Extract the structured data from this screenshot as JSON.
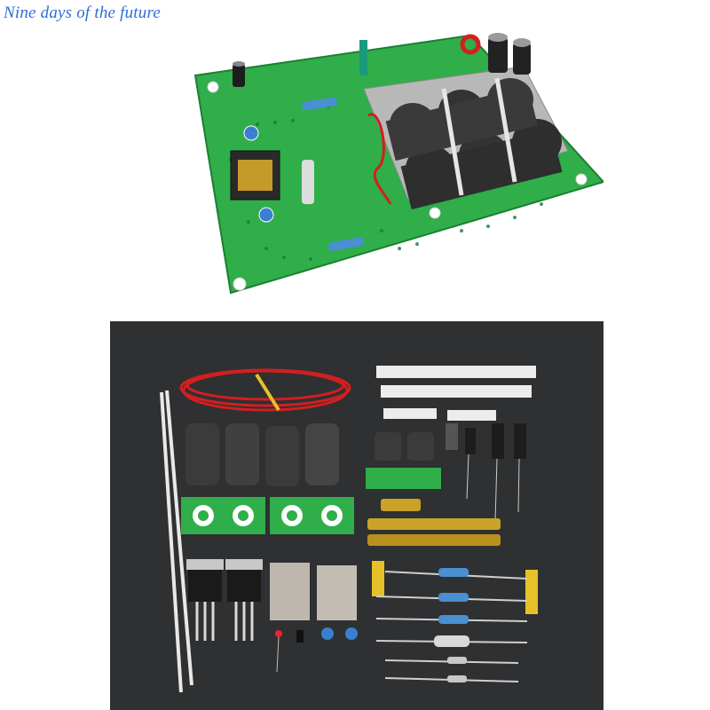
{
  "watermark": {
    "text": "Nine days of the future",
    "color": "#2b6fd6"
  },
  "colors": {
    "pcb_green": "#2fae4a",
    "pcb_dark": "#1f8a36",
    "ferrite": "#3a3a3a",
    "background_dark": "#2f3032",
    "wire_red": "#d21f1f",
    "metal": "#c8c8c8",
    "brass": "#c9a227",
    "resistor_blue": "#4a8fd0"
  },
  "icons": {
    "board": "assembled-amplifier-board",
    "kit": "component-kit-parts"
  }
}
